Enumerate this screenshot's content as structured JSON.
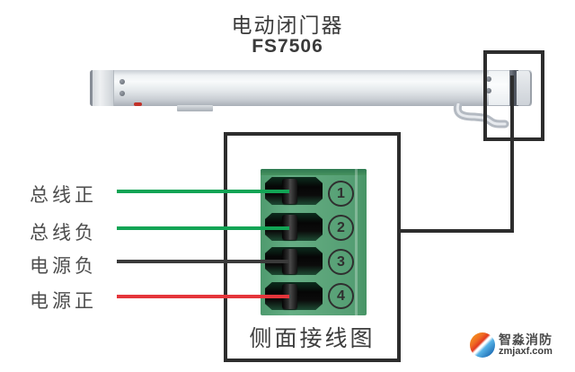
{
  "title": {
    "line1": "电动闭门器",
    "line2": "FS7506"
  },
  "detail": {
    "caption": "侧面接线图"
  },
  "terminals": [
    {
      "num": "1",
      "label": "总线正",
      "wire_color": "#12a455"
    },
    {
      "num": "2",
      "label": "总线负",
      "wire_color": "#12a455"
    },
    {
      "num": "3",
      "label": "电源负",
      "wire_color": "#3a3a3a"
    },
    {
      "num": "4",
      "label": "电源正",
      "wire_color": "#e5353b"
    }
  ],
  "brand": {
    "name": "智淼消防",
    "site": "zmjaxf.com"
  },
  "colors": {
    "outline": "#2d2d2d",
    "terminal_green": "#5ca57a",
    "wire_green": "#12a455",
    "wire_black": "#3a3a3a",
    "wire_red": "#e5353b"
  }
}
